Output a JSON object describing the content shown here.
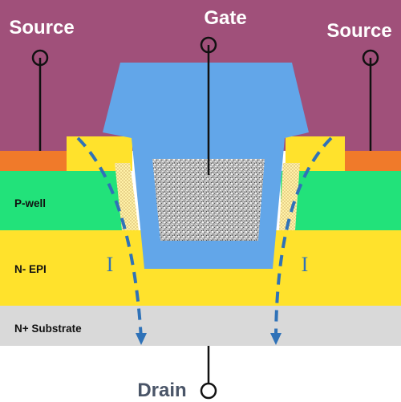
{
  "terminals": {
    "source_left": "Source",
    "gate": "Gate",
    "source_right": "Source",
    "drain": "Drain"
  },
  "layers": {
    "p_well": "P-well",
    "n_epi": "N- EPI",
    "n_plus_substrate": "N+ Substrate"
  },
  "current_symbols": {
    "left": "I",
    "right": "I"
  },
  "colors": {
    "metal": "#a0507a",
    "oxide": "#62a6e9",
    "n_epi": "#ffe22c",
    "p_well": "#22e27a",
    "substrate": "#d9d9d9",
    "source_contact": "#f07a2a",
    "gate_poly": "#b9b9b9",
    "current_path": "#2f72b8",
    "drain_label": "#4a5568"
  }
}
